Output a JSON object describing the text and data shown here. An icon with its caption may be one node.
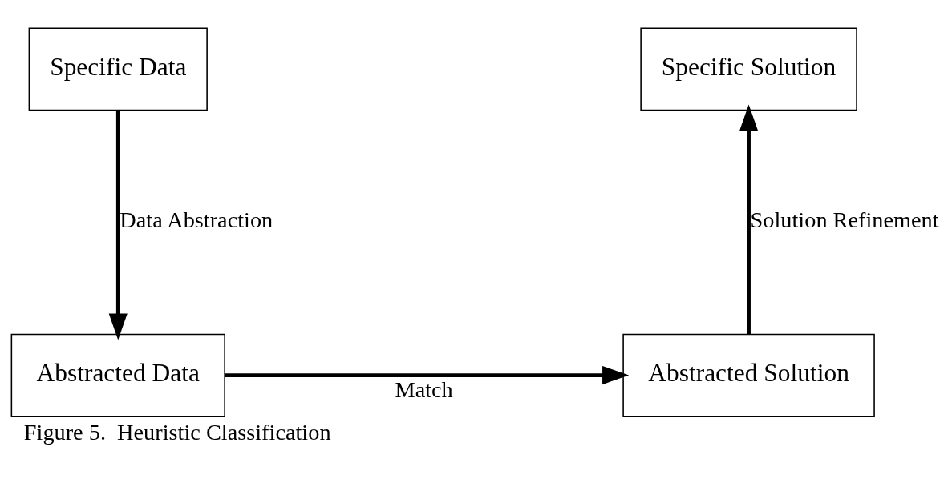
{
  "diagram": {
    "caption": "Figure 5.  Heuristic Classification",
    "nodes": [
      {
        "text": [
          "Abstracted Data"
        ]
      },
      {
        "text": [
          "Abstracted Solution"
        ]
      },
      {
        "text": [
          "Specific Data"
        ]
      },
      {
        "text": [
          "Specific Solution"
        ]
      }
    ],
    "edges": [
      {
        "from": 0,
        "to": 1,
        "arrow": "to",
        "label": "Match"
      },
      {
        "from": 2,
        "to": 0,
        "arrow": "to",
        "label": "Data Abstraction"
      },
      {
        "from": 1,
        "to": 3,
        "arrow": "to",
        "label": "Solution Refinement"
      }
    ]
  }
}
